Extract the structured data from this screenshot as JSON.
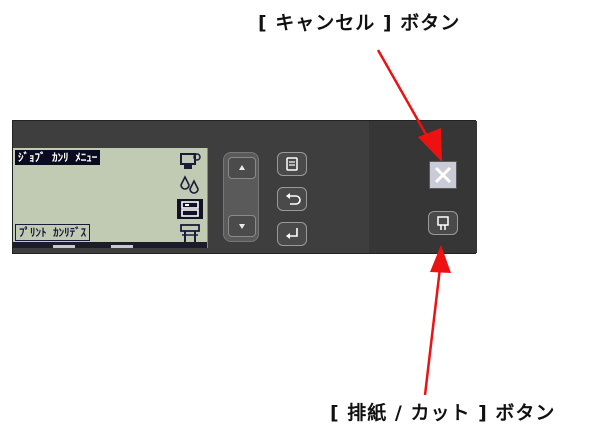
{
  "callouts": {
    "cancel": "[ キャンセル ] ボタン",
    "eject": "[ 排紙 / カット ] ボタン"
  },
  "lcd": {
    "title": "ｼﾞｮﾌﾞ ｶﾝﾘ ﾒﾆｭｰ",
    "selected_item": "ﾌﾟﾘﾝﾄ ｶﾝﾘﾃﾞｽ"
  },
  "icons": [
    "printer-icon",
    "ink-drops-icon",
    "job-queue-icon",
    "paper-stand-icon"
  ],
  "colors": {
    "arrow": "#ee1111",
    "lcd_background": "#c1cbb3",
    "panel": "#3e3e3e"
  }
}
